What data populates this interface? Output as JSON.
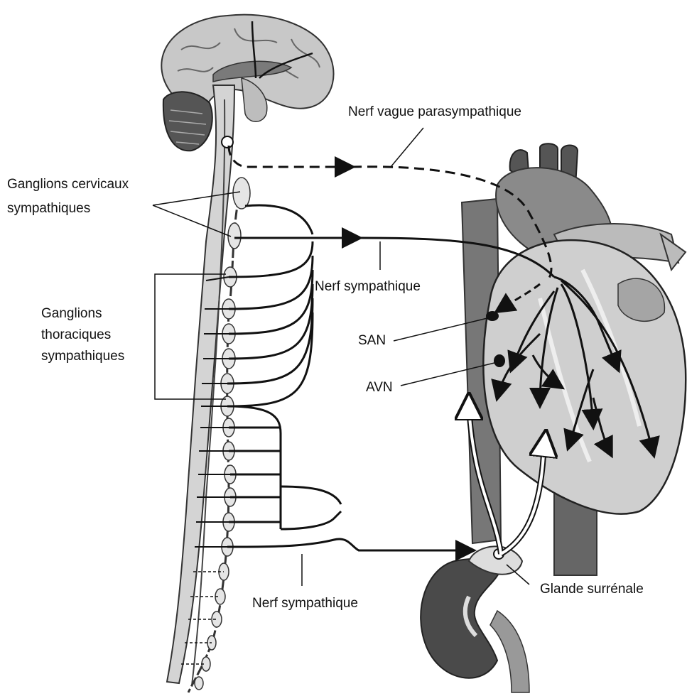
{
  "labels": {
    "vagus_nerve": "Nerf vague parasympathique",
    "cervical_ganglia": [
      "Ganglions cervicaux",
      "sympathiques"
    ],
    "thoracic_ganglia": [
      "Ganglions",
      "thoraciques",
      "sympathiques"
    ],
    "sympathetic_nerve_upper": "Nerf sympathique",
    "san": "SAN",
    "avn": "AVN",
    "adrenal_gland": "Glande surrénale",
    "sympathetic_nerve_lower": "Nerf sympathique"
  },
  "colors": {
    "nerve": "#111111",
    "brain": "#c8c8c8",
    "cerebellum": "#555555",
    "spinal_cord": "#d4d4d4",
    "heart": "#cfcfcf",
    "vessels": "#6d6d6d",
    "kidney": "#4a4a4a",
    "adrenal": "#dddddd"
  },
  "icons": {
    "brain": "brain-icon",
    "spinal_cord": "spinal-cord-icon",
    "heart": "heart-icon",
    "kidney": "kidney-icon"
  }
}
